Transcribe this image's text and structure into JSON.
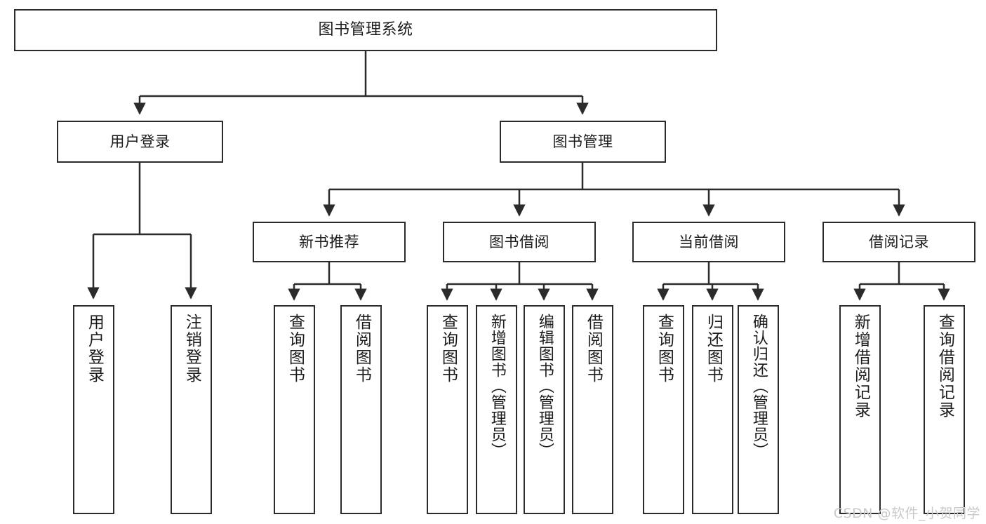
{
  "diagram": {
    "title": "图书管理系统",
    "type": "tree-hierarchy-diagram",
    "root": {
      "label": "图书管理系统"
    },
    "level1": [
      {
        "label": "用户登录"
      },
      {
        "label": "图书管理"
      }
    ],
    "level2": [
      {
        "label": "新书推荐"
      },
      {
        "label": "图书借阅"
      },
      {
        "label": "当前借阅"
      },
      {
        "label": "借阅记录"
      }
    ],
    "leaves_user_login": [
      {
        "label": "用户登录"
      },
      {
        "label": "注销登录"
      }
    ],
    "leaves_new_books": [
      {
        "label": "查询图书"
      },
      {
        "label": "借阅图书"
      }
    ],
    "leaves_borrow": [
      {
        "label": "查询图书"
      },
      {
        "label": "新增图书（管理员）"
      },
      {
        "label": "编辑图书（管理员）"
      },
      {
        "label": "借阅图书"
      }
    ],
    "leaves_current": [
      {
        "label": "查询图书"
      },
      {
        "label": "归还图书"
      },
      {
        "label": "确认归还（管理员）"
      }
    ],
    "leaves_records": [
      {
        "label": "新增借阅记录"
      },
      {
        "label": "查询借阅记录"
      }
    ]
  },
  "watermark": {
    "text": "CSDN @软件_小贺同学"
  },
  "colors": {
    "stroke": "#2b2b2b",
    "text": "#1c1c1c",
    "background": "#ffffff",
    "watermark": "#c9c9c9"
  }
}
